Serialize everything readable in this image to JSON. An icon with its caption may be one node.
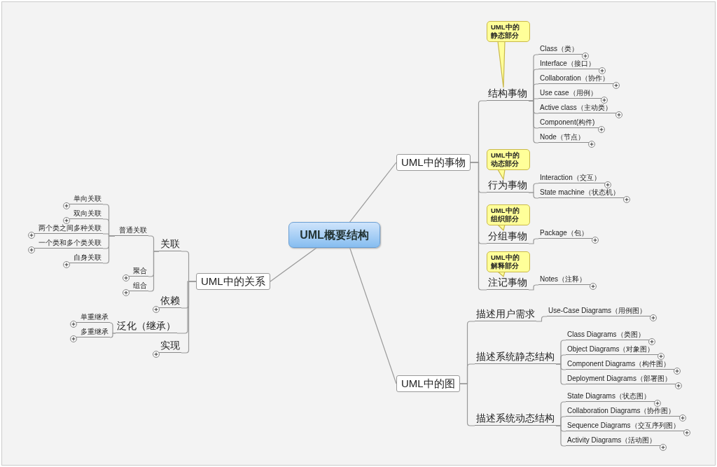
{
  "diagram": {
    "nodes": [
      {
        "text": [
          "UML概要结构"
        ]
      },
      {
        "text": [
          "UML中的事物"
        ]
      },
      {
        "text": [
          "UML中的静态部分"
        ]
      },
      {
        "text": [
          "结构事物"
        ]
      },
      {
        "text": [
          "Class（类）"
        ]
      },
      {
        "text": [
          "Interface（接口）"
        ]
      },
      {
        "text": [
          "Collaboration（协作）"
        ]
      },
      {
        "text": [
          "Use case（用例）"
        ]
      },
      {
        "text": [
          "Active class（主动类）"
        ]
      },
      {
        "text": [
          "Component(构件)"
        ]
      },
      {
        "text": [
          "Node（节点）"
        ]
      },
      {
        "text": [
          "UML中的动态部分"
        ]
      },
      {
        "text": [
          "行为事物"
        ]
      },
      {
        "text": [
          "Interaction（交互）"
        ]
      },
      {
        "text": [
          "State machine（状态机）"
        ]
      },
      {
        "text": [
          "UML中的组织部分"
        ]
      },
      {
        "text": [
          "分组事物"
        ]
      },
      {
        "text": [
          "Package（包）"
        ]
      },
      {
        "text": [
          "UML中的解释部分"
        ]
      },
      {
        "text": [
          "注记事物"
        ]
      },
      {
        "text": [
          "Notes（注释）"
        ]
      },
      {
        "text": [
          "UML中的图"
        ]
      },
      {
        "text": [
          "描述用户需求"
        ]
      },
      {
        "text": [
          "Use-Case Diagrams（用例图）"
        ]
      },
      {
        "text": [
          "描述系统静态结构"
        ]
      },
      {
        "text": [
          "Class Diagrams（类图）"
        ]
      },
      {
        "text": [
          "Object Diagrams（对象图）"
        ]
      },
      {
        "text": [
          "Component Diagrams（构件图）"
        ]
      },
      {
        "text": [
          "Deployment Diagrams（部署图）"
        ]
      },
      {
        "text": [
          "描述系统动态结构"
        ]
      },
      {
        "text": [
          "State Diagrams（状态图）"
        ]
      },
      {
        "text": [
          "Collaboration Diagrams（协作图）"
        ]
      },
      {
        "text": [
          "Sequence Diagrams（交互序列图）"
        ]
      },
      {
        "text": [
          "Activity Diagrams（活动图）"
        ]
      },
      {
        "text": [
          "UML中的关系"
        ]
      },
      {
        "text": [
          "关联"
        ]
      },
      {
        "text": [
          "普通关联"
        ]
      },
      {
        "text": [
          "单向关联"
        ]
      },
      {
        "text": [
          "双向关联"
        ]
      },
      {
        "text": [
          "两个类之间多种关联"
        ]
      },
      {
        "text": [
          "一个类和多个类关联"
        ]
      },
      {
        "text": [
          "自身关联"
        ]
      },
      {
        "text": [
          "聚合"
        ]
      },
      {
        "text": [
          "组合"
        ]
      },
      {
        "text": [
          "依赖"
        ]
      },
      {
        "text": [
          "泛化（继承）"
        ]
      },
      {
        "text": [
          "单重继承"
        ]
      },
      {
        "text": [
          "多重继承"
        ]
      },
      {
        "text": [
          "实现"
        ]
      }
    ],
    "edges": [
      {
        "from": 0,
        "to": 1,
        "arrow": "none"
      },
      {
        "from": 0,
        "to": 21,
        "arrow": "none"
      },
      {
        "from": 0,
        "to": 34,
        "arrow": "none"
      },
      {
        "from": 1,
        "to": 3,
        "arrow": "none"
      },
      {
        "from": 1,
        "to": 12,
        "arrow": "none"
      },
      {
        "from": 1,
        "to": 16,
        "arrow": "none"
      },
      {
        "from": 1,
        "to": 19,
        "arrow": "none"
      },
      {
        "from": 2,
        "to": 3,
        "arrow": "to",
        "color": "#c9b84a"
      },
      {
        "from": 3,
        "to": 4,
        "arrow": "none"
      },
      {
        "from": 3,
        "to": 5,
        "arrow": "none"
      },
      {
        "from": 3,
        "to": 6,
        "arrow": "none"
      },
      {
        "from": 3,
        "to": 7,
        "arrow": "none"
      },
      {
        "from": 3,
        "to": 8,
        "arrow": "none"
      },
      {
        "from": 3,
        "to": 9,
        "arrow": "none"
      },
      {
        "from": 3,
        "to": 10,
        "arrow": "none"
      },
      {
        "from": 11,
        "to": 12,
        "arrow": "to",
        "color": "#c9b84a"
      },
      {
        "from": 12,
        "to": 13,
        "arrow": "none"
      },
      {
        "from": 12,
        "to": 14,
        "arrow": "none"
      },
      {
        "from": 15,
        "to": 16,
        "arrow": "to",
        "color": "#c9b84a"
      },
      {
        "from": 16,
        "to": 17,
        "arrow": "none"
      },
      {
        "from": 18,
        "to": 19,
        "arrow": "to",
        "color": "#c9b84a"
      },
      {
        "from": 19,
        "to": 20,
        "arrow": "none"
      },
      {
        "from": 21,
        "to": 22,
        "arrow": "none"
      },
      {
        "from": 21,
        "to": 24,
        "arrow": "none"
      },
      {
        "from": 21,
        "to": 29,
        "arrow": "none"
      },
      {
        "from": 22,
        "to": 23,
        "arrow": "none"
      },
      {
        "from": 24,
        "to": 25,
        "arrow": "none"
      },
      {
        "from": 24,
        "to": 26,
        "arrow": "none"
      },
      {
        "from": 24,
        "to": 27,
        "arrow": "none"
      },
      {
        "from": 24,
        "to": 28,
        "arrow": "none"
      },
      {
        "from": 29,
        "to": 30,
        "arrow": "none"
      },
      {
        "from": 29,
        "to": 31,
        "arrow": "none"
      },
      {
        "from": 29,
        "to": 32,
        "arrow": "none"
      },
      {
        "from": 29,
        "to": 33,
        "arrow": "none"
      },
      {
        "from": 34,
        "to": 35,
        "arrow": "none"
      },
      {
        "from": 34,
        "to": 44,
        "arrow": "none"
      },
      {
        "from": 34,
        "to": 45,
        "arrow": "none"
      },
      {
        "from": 34,
        "to": 48,
        "arrow": "none"
      },
      {
        "from": 35,
        "to": 36,
        "arrow": "none"
      },
      {
        "from": 35,
        "to": 42,
        "arrow": "none"
      },
      {
        "from": 35,
        "to": 43,
        "arrow": "none"
      },
      {
        "from": 36,
        "to": 37,
        "arrow": "none"
      },
      {
        "from": 36,
        "to": 38,
        "arrow": "none"
      },
      {
        "from": 36,
        "to": 39,
        "arrow": "none"
      },
      {
        "from": 36,
        "to": 40,
        "arrow": "none"
      },
      {
        "from": 36,
        "to": 41,
        "arrow": "none"
      },
      {
        "from": 45,
        "to": 46,
        "arrow": "none"
      },
      {
        "from": 45,
        "to": 47,
        "arrow": "none"
      }
    ]
  }
}
